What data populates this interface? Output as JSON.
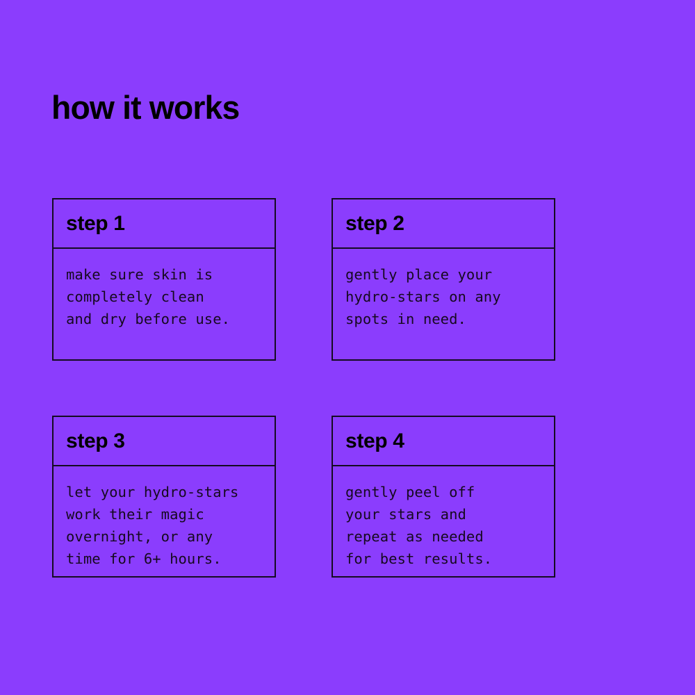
{
  "theme": {
    "background_color": "#8b3dfd",
    "ink_color": "#000000",
    "border_color": "#140b22",
    "body_text_color": "#16091f"
  },
  "header": {
    "title": "how it works"
  },
  "steps": [
    {
      "label": "step 1",
      "lines": [
        "make sure skin is",
        "completely clean",
        "and dry before use."
      ]
    },
    {
      "label": "step 2",
      "lines": [
        "gently place your",
        "hydro-stars on any",
        "spots in need."
      ]
    },
    {
      "label": "step 3",
      "lines": [
        "let your hydro-stars",
        "work their magic",
        "overnight, or any",
        "time for 6+ hours."
      ]
    },
    {
      "label": "step 4",
      "lines": [
        "gently peel off",
        "your stars and",
        "repeat as needed",
        "for best results."
      ]
    }
  ]
}
